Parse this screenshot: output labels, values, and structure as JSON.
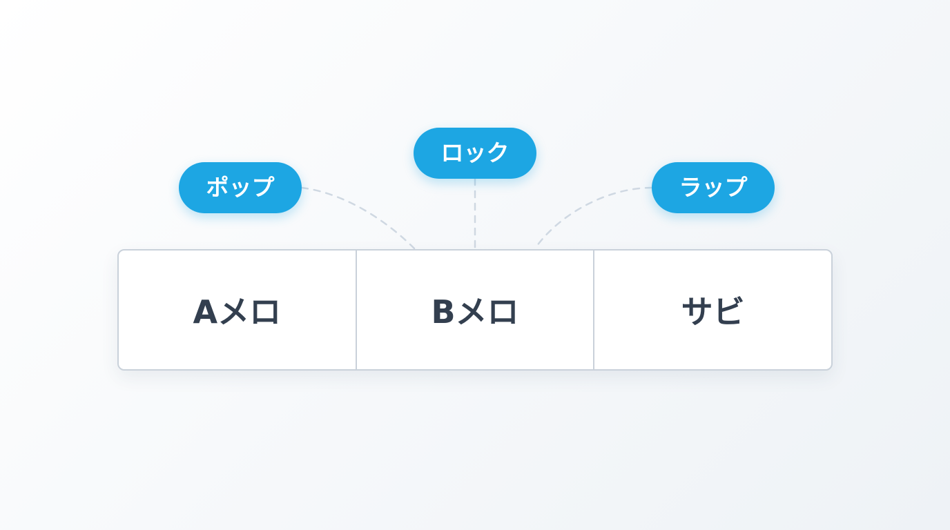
{
  "sections": [
    {
      "label": "Aメロ"
    },
    {
      "label": "Bメロ"
    },
    {
      "label": "サビ"
    }
  ],
  "genre_tags": [
    {
      "label": "ポップ"
    },
    {
      "label": "ロック"
    },
    {
      "label": "ラップ"
    }
  ],
  "colors": {
    "tag_background": "#1da6e3",
    "tag_text": "#ffffff",
    "section_border": "#c9d1da",
    "section_text": "#333f4f",
    "connector": "#cfd8e2"
  }
}
